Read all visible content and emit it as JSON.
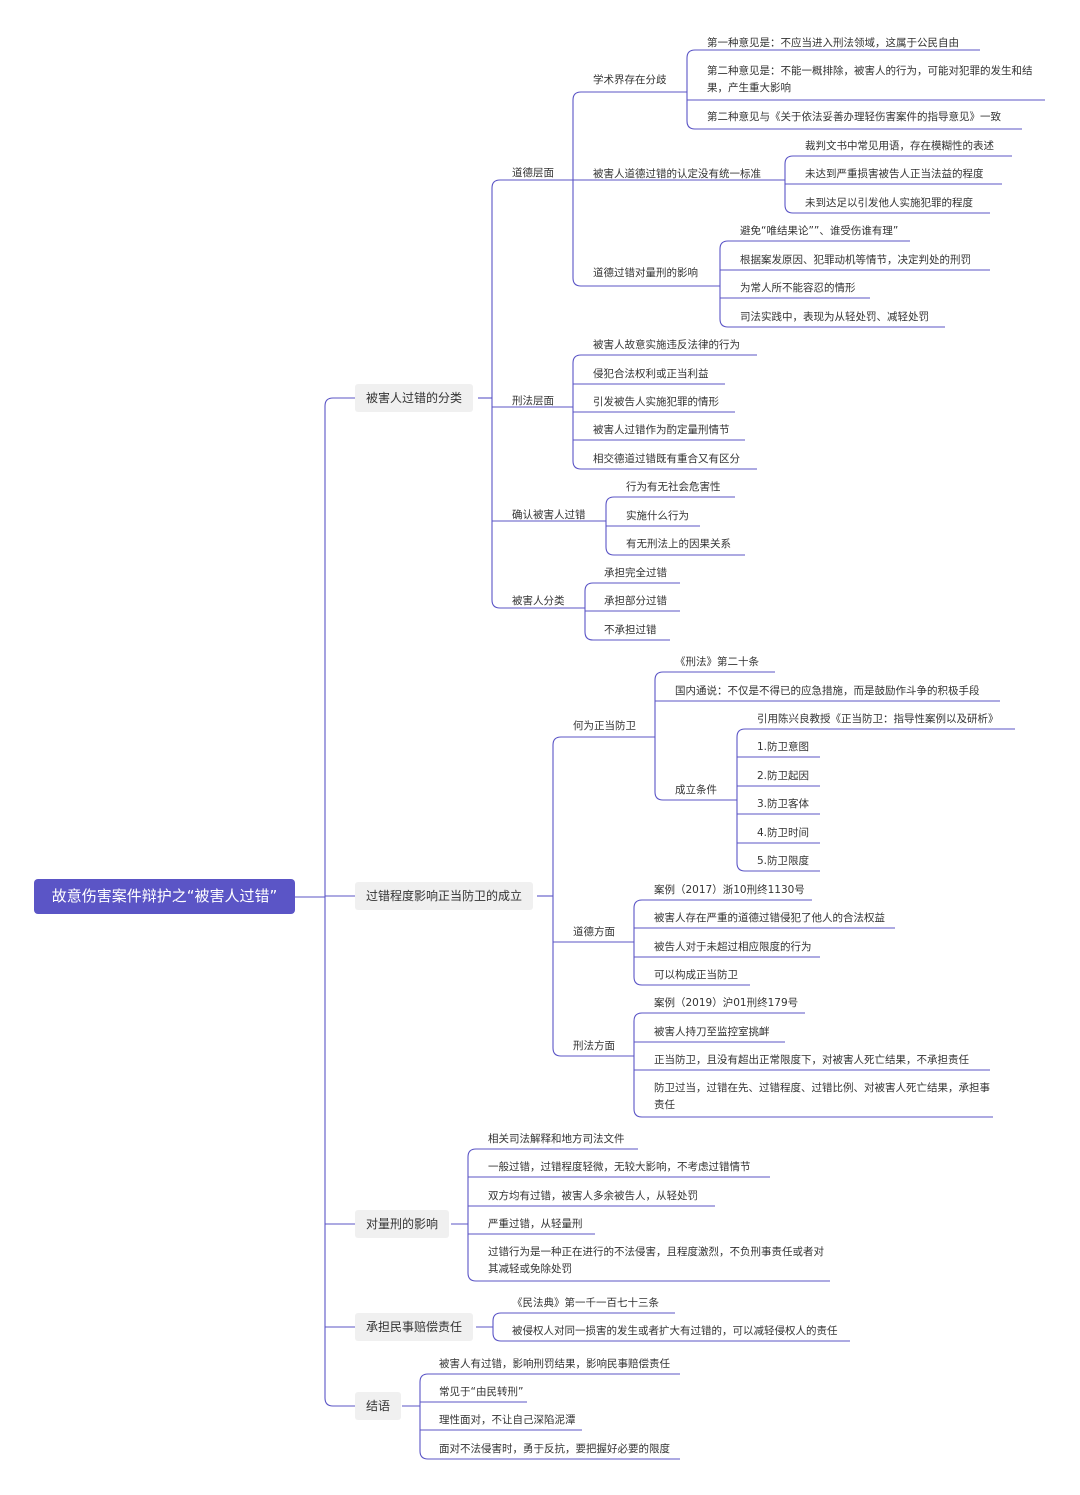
{
  "colors": {
    "root_bg": "#5b55c6",
    "line": "#5b55c6",
    "branch_bg": "#f0f0f0"
  },
  "root": "故意伤害案件辩护之“被害人过错”",
  "b1": {
    "label": "被害人过错的分类",
    "moral": {
      "label": "道德层面",
      "dispute": {
        "label": "学术界存在分歧",
        "items": [
          "第一种意见是：不应当进入刑法领域，这属于公民自由",
          "第二种意见是：不能一概排除，被害人的行为，可能对犯罪的发生和结果，产生重大影响",
          "第二种意见与《关于依法妥善办理轻伤害案件的指导意见》一致"
        ]
      },
      "standard": {
        "label": "被害人道德过错的认定没有统一标准",
        "items": [
          "裁判文书中常见用语，存在模糊性的表述",
          "未达到严重损害被告人正当法益的程度",
          "未到达足以引发他人实施犯罪的程度"
        ]
      },
      "impact": {
        "label": "道德过错对量刑的影响",
        "items": [
          "避免“唯结果论””、谁受伤谁有理”",
          "根据案发原因、犯罪动机等情节，决定判处的刑罚",
          "为常人所不能容忍的情形",
          "司法实践中，表现为从轻处罚、减轻处罚"
        ]
      }
    },
    "criminal": {
      "label": "刑法层面",
      "items": [
        "被害人故意实施违反法律的行为",
        "侵犯合法权利或正当利益",
        "引发被告人实施犯罪的情形",
        "被害人过错作为酌定量刑情节",
        "相交德道过错既有重合又有区分"
      ]
    },
    "confirm": {
      "label": "确认被害人过错",
      "items": [
        "行为有无社会危害性",
        "实施什么行为",
        "有无刑法上的因果关系"
      ]
    },
    "victim": {
      "label": "被害人分类",
      "items": [
        "承担完全过错",
        "承担部分过错",
        "不承担过错"
      ]
    }
  },
  "b2": {
    "label": "过错程度影响正当防卫的成立",
    "what": {
      "label": "何为正当防卫",
      "items": [
        "《刑法》第二十条",
        "国内通说：不仅是不得已的应急措施，而是鼓励作斗争的积极手段"
      ],
      "cond": {
        "label": "成立条件",
        "items": [
          "引用陈兴良教授《正当防卫：指导性案例以及研析》",
          "1.防卫意图",
          "2.防卫起因",
          "3.防卫客体",
          "4.防卫时间",
          "5.防卫限度"
        ]
      }
    },
    "moral": {
      "label": "道德方面",
      "items": [
        "案例（2017）浙10刑终1130号",
        "被害人存在严重的道德过错侵犯了他人的合法权益",
        "被告人对于未超过相应限度的行为",
        "可以构成正当防卫"
      ]
    },
    "criminal": {
      "label": "刑法方面",
      "items": [
        "案例（2019）沪01刑终179号",
        "被害人持刀至监控室挑衅",
        "正当防卫，且没有超出正常限度下，对被害人死亡结果，不承担责任",
        "防卫过当，过错在先、过错程度、过错比例、对被害人死亡结果，承担事责任"
      ]
    }
  },
  "b3": {
    "label": "对量刑的影响",
    "items": [
      "相关司法解释和地方司法文件",
      "一般过错，过错程度轻微，无较大影响，不考虑过错情节",
      "双方均有过错，被害人多余被告人，从轻处罚",
      "严重过错，从轻量刑",
      "过错行为是一种正在进行的不法侵害，且程度激烈，不负刑事责任或者对其减轻或免除处罚"
    ]
  },
  "b4": {
    "label": "承担民事赔偿责任",
    "items": [
      "《民法典》第一千一百七十三条",
      "被侵权人对同一损害的发生或者扩大有过错的，可以减轻侵权人的责任"
    ]
  },
  "b5": {
    "label": "结语",
    "items": [
      "被害人有过错，影响刑罚结果，影响民事赔偿责任",
      "常见于“由民转刑”",
      "理性面对，不让自己深陷泥潭",
      "面对不法侵害时，勇于反抗，要把握好必要的限度"
    ]
  }
}
